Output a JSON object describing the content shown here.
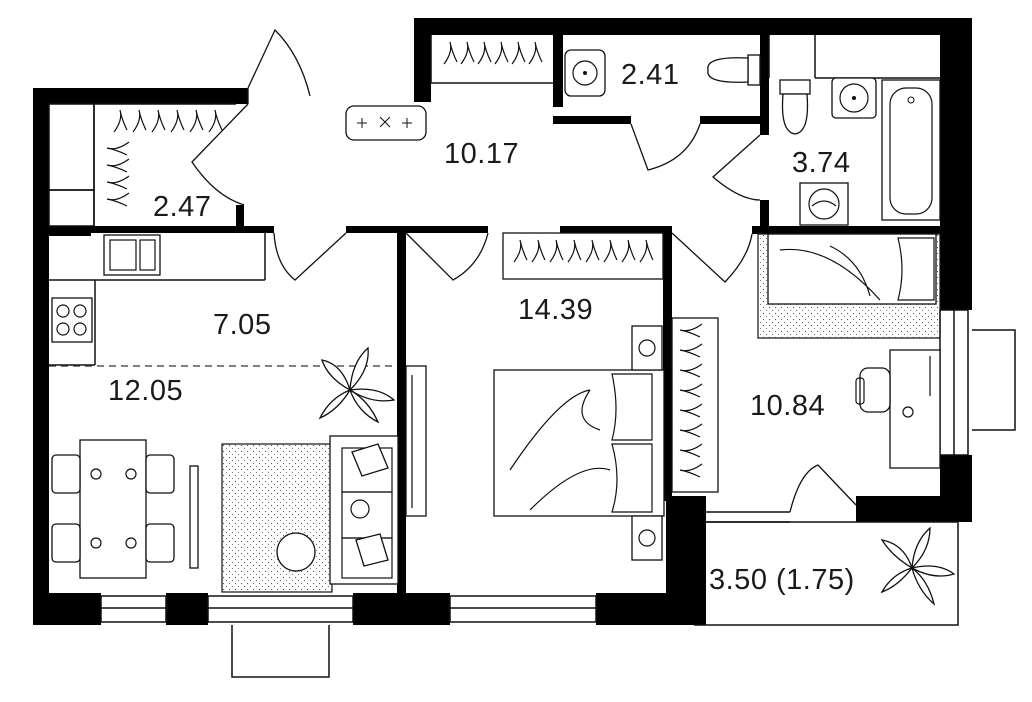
{
  "rooms": [
    {
      "id": "wardrobe",
      "area": "2.47"
    },
    {
      "id": "hall",
      "area": "10.17"
    },
    {
      "id": "toilet",
      "area": "2.41"
    },
    {
      "id": "bathroom",
      "area": "3.74"
    },
    {
      "id": "kitchen",
      "area": "7.05"
    },
    {
      "id": "living",
      "area": "12.05"
    },
    {
      "id": "bedroom",
      "area": "14.39"
    },
    {
      "id": "bedroom-2",
      "area": "10.84"
    },
    {
      "id": "balcony",
      "area": "3.50 (1.75)"
    }
  ],
  "colors": {
    "wall": "#000000",
    "line": "#111111",
    "background": "#ffffff"
  },
  "icons": [
    "sink-icon",
    "toilet-icon",
    "bathtub-icon",
    "washing-machine-icon",
    "stove-icon",
    "kitchen-sink-icon",
    "bed-icon",
    "sofa-icon",
    "dining-table-icon",
    "plant-icon",
    "chair-icon",
    "desk-icon",
    "tv-icon",
    "lamp-icon",
    "hanger-icon"
  ]
}
